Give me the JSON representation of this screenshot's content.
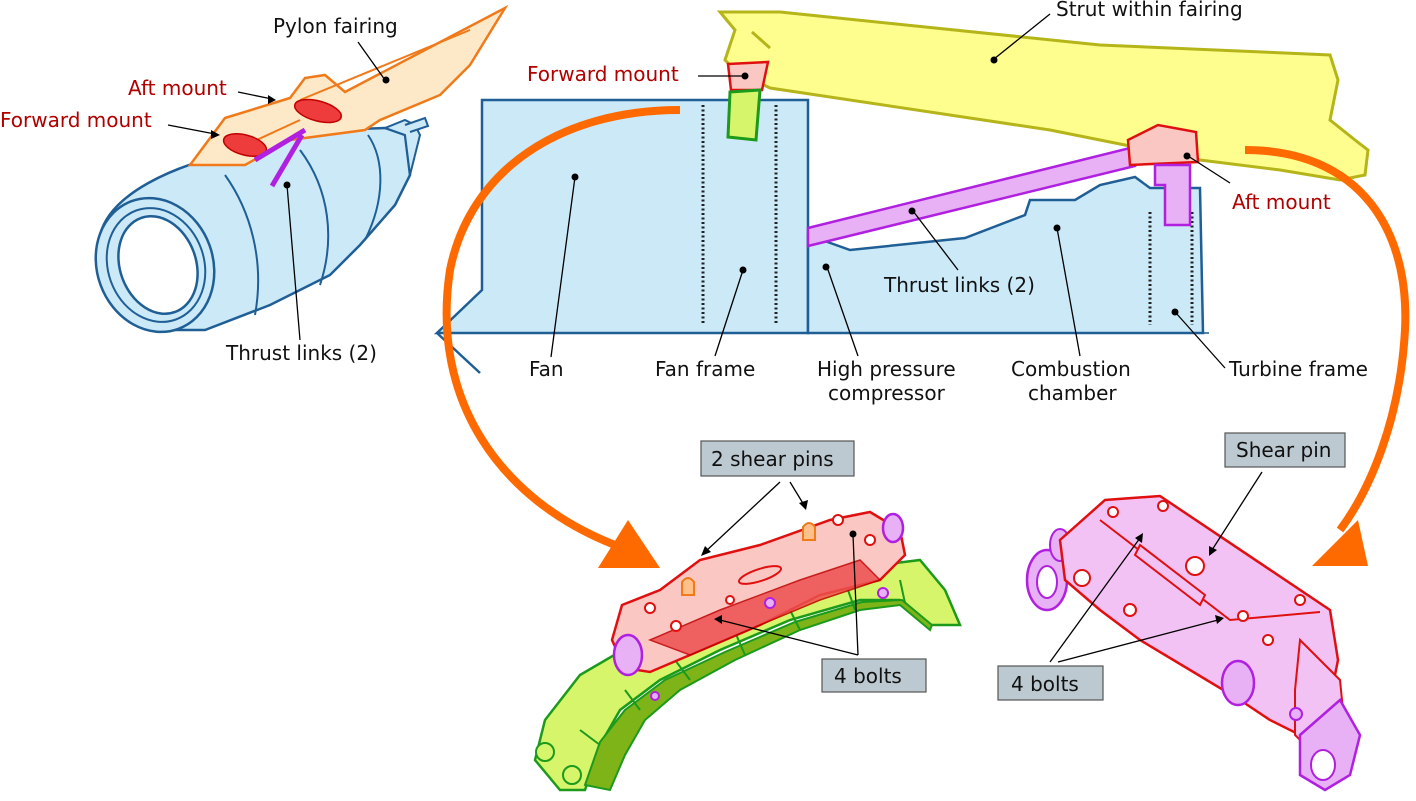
{
  "labels": {
    "pylon_fairing": "Pylon fairing",
    "aft_mount_left": "Aft mount",
    "forward_mount_left": "Forward mount",
    "thrust_links_left": "Thrust links (2)",
    "strut_within_fairing": "Strut within fairing",
    "forward_mount_top": "Forward mount",
    "aft_mount_right": "Aft mount",
    "thrust_links_center": "Thrust links (2)",
    "fan": "Fan",
    "fan_frame": "Fan frame",
    "hpc_line1": "High pressure",
    "hpc_line2": "compressor",
    "combustion_line1": "Combustion",
    "combustion_line2": "chamber",
    "turbine_frame": "Turbine frame",
    "two_shear_pins": "2 shear pins",
    "four_bolts_left": "4 bolts",
    "shear_pin": "Shear pin",
    "four_bolts_right": "4 bolts"
  },
  "colors": {
    "engine_fill": "#cce9f8",
    "engine_stroke": "#1f5f95",
    "fairing_fill": "#fde9c8",
    "fairing_stroke": "#f07a1a",
    "strut_fill": "#fefe8e",
    "strut_stroke": "#b5b51a",
    "mount_red": "#e01010",
    "mount_fill": "#fbc7c2",
    "thrust_link": "#b020e0",
    "thrust_fill": "#e8b0f5",
    "arrow_orange": "#ff6a00",
    "green_dark": "#1c9a1c",
    "green_fill": "#d6f56a",
    "green_seg": "#7fb418",
    "label_red": "#b00000"
  }
}
